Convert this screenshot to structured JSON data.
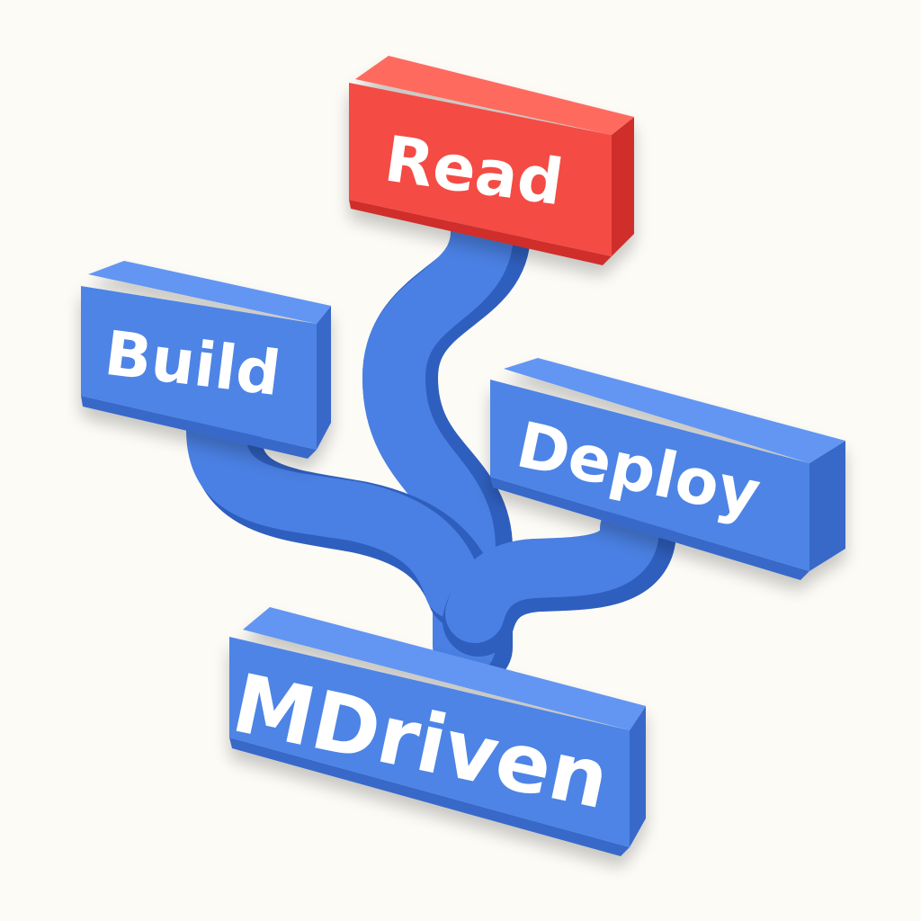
{
  "colors": {
    "background": "#fdfbf6",
    "blue_face": "#4d84e6",
    "blue_top": "#6296f2",
    "blue_side": "#3769c8",
    "blue_tube": "#4a80e3",
    "blue_tube_shadow": "#2f5fbe",
    "red_face": "#f44b45",
    "red_top": "#ff6a5f",
    "red_side": "#cf2f2c",
    "text": "#ffffff"
  },
  "nodes": {
    "read": {
      "label": "Read",
      "color": "red"
    },
    "build": {
      "label": "Build",
      "color": "blue"
    },
    "deploy": {
      "label": "Deploy",
      "color": "blue"
    },
    "mdriven": {
      "label": "MDriven",
      "color": "blue"
    }
  }
}
